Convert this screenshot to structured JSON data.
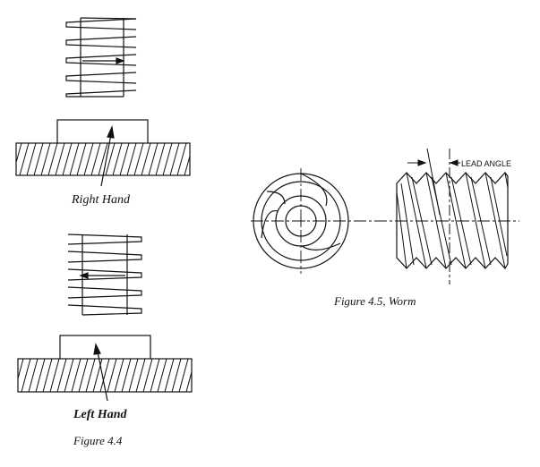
{
  "figure_4_4": {
    "right_hand_label": "Right Hand",
    "left_hand_label": "Left Hand",
    "caption": "Figure 4.4"
  },
  "figure_4_5": {
    "lead_angle_label": "LEAD ANGLE",
    "caption": "Figure 4.5, Worm"
  },
  "colors": {
    "ink": "#111111",
    "background": "#ffffff"
  }
}
